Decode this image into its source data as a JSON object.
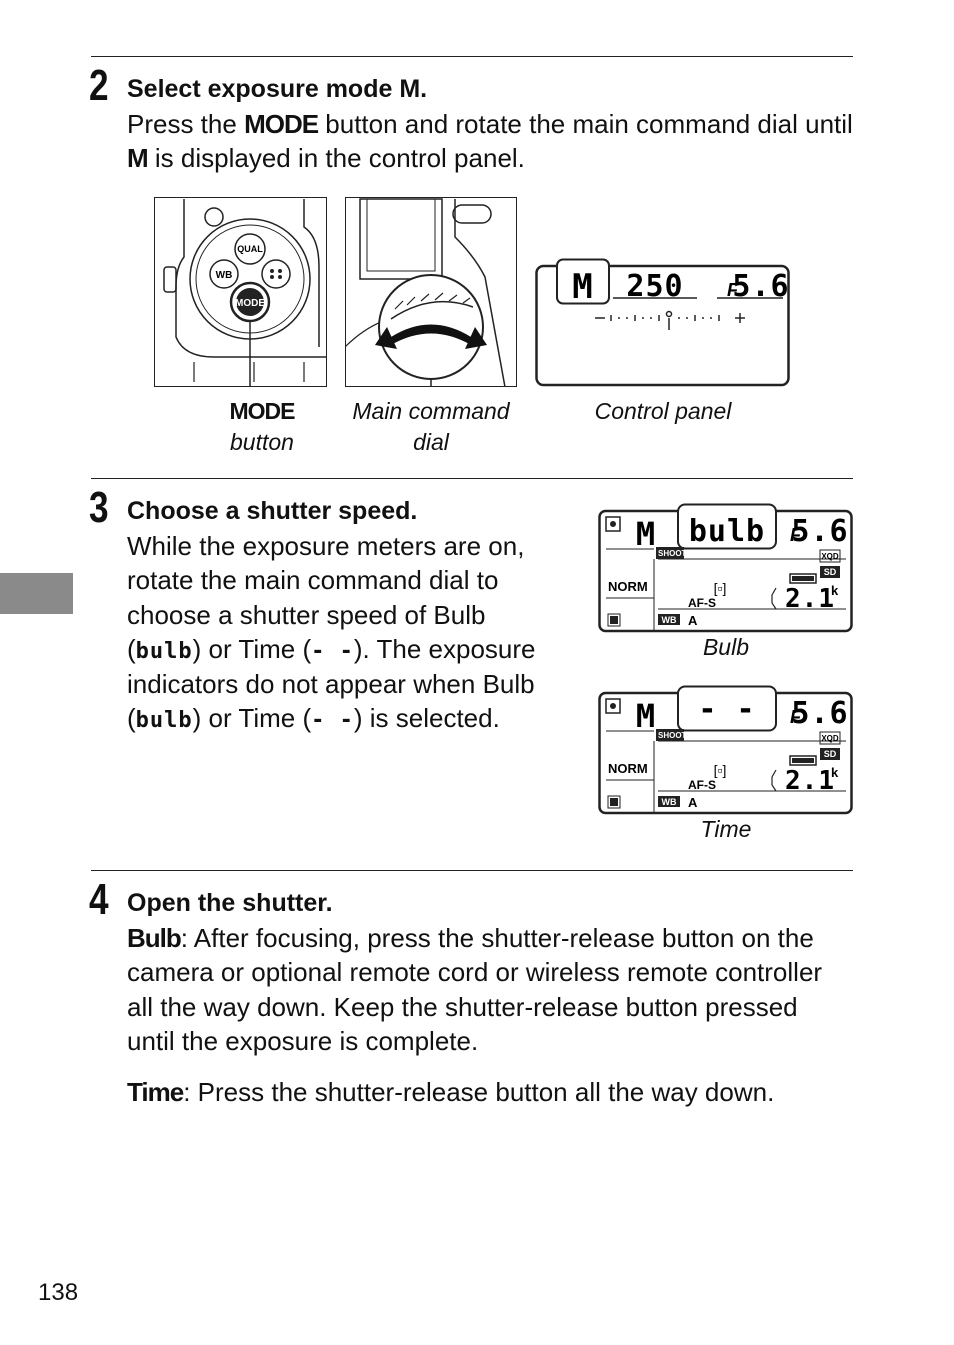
{
  "page_number": "138",
  "step2": {
    "number": "2",
    "title": "Select exposure mode M.",
    "line1_pre": "Press the ",
    "line1_key": "MODE",
    "line1_post": " button and rotate the main command dial until",
    "line2_key": "M",
    "line2_post": " is displayed in the control panel.",
    "captions": {
      "mode_button_key": "MODE",
      "mode_button_text": " button",
      "dial_line1": "Main command",
      "dial_line2": "dial",
      "control_panel": "Control panel"
    },
    "panel": {
      "mode": "M",
      "shutter": "250",
      "aperture_prefix": "F",
      "aperture": "5.6"
    },
    "button_labels": {
      "qual": "QUAL",
      "wb": "WB",
      "mode": "MODE"
    }
  },
  "step3": {
    "number": "3",
    "title": "Choose a shutter speed.",
    "lines": [
      "While the exposure meters are on,",
      "rotate the main command dial to",
      "choose a shutter speed of Bulb"
    ],
    "line4_pre": "(",
    "bulb_glyph": "bulb",
    "line4_mid": ") or Time (",
    "time_glyph": "- -",
    "line4_post": ").  The exposure",
    "line5": "indicators do not appear when Bulb",
    "line6_pre": "(",
    "line6_mid": ") or Time (",
    "line6_post": ") is selected.",
    "captions": {
      "bulb": "Bulb",
      "time": "Time"
    },
    "lcd_bulb": {
      "mode": "M",
      "shutter": "bulb",
      "aperture_prefix": "F",
      "aperture": "5.6",
      "norm": "NORM",
      "afs": "AF-S",
      "wb_badge": "WB",
      "wb_value": "A",
      "shoot": "SHOOT",
      "xqd": "XQD",
      "sd": "SD",
      "remaining": "2.1",
      "k": "k"
    },
    "lcd_time": {
      "mode": "M",
      "shutter": "- -",
      "aperture_prefix": "F",
      "aperture": "5.6",
      "norm": "NORM",
      "afs": "AF-S",
      "wb_badge": "WB",
      "wb_value": "A",
      "shoot": "SHOOT",
      "xqd": "XQD",
      "sd": "SD",
      "remaining": "2.1",
      "k": "k"
    }
  },
  "step4": {
    "number": "4",
    "title": "Open the shutter.",
    "bulb_label": "Bulb",
    "bulb_lines": [
      ": After focusing, press the shutter-release button on the",
      "camera or optional remote cord or wireless remote controller",
      "all the way down.  Keep the shutter-release button pressed",
      "until the exposure is complete."
    ],
    "time_label": "Time",
    "time_text": ": Press the shutter-release button all the way down."
  }
}
